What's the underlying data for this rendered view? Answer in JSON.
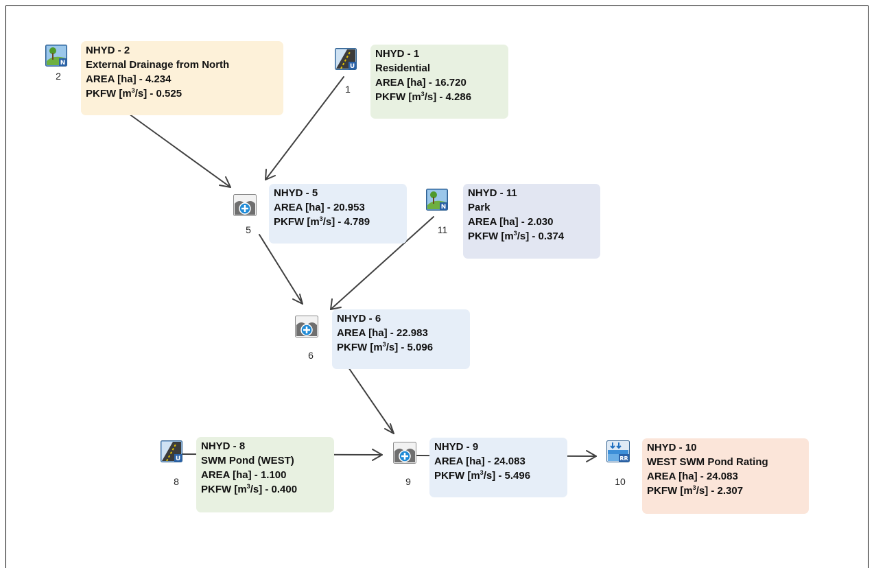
{
  "nodes": {
    "n2": {
      "number": "2",
      "type": "nashyd-icon",
      "title": "NHYD - 2",
      "desc": "External Drainage from North",
      "area": "AREA [ha] - 4.234",
      "pkfw_value": "0.525",
      "color": "#fdf1d9"
    },
    "n1": {
      "number": "1",
      "type": "standhyd-icon",
      "title": "NHYD - 1",
      "desc": "Residential",
      "area": "AREA [ha] - 16.720",
      "pkfw_value": "4.286",
      "color": "#e8f1e1"
    },
    "n5": {
      "number": "5",
      "type": "addhyd-icon",
      "title": "NHYD - 5",
      "area": "AREA [ha] - 20.953",
      "pkfw_value": "4.789",
      "color": "#e6eef8"
    },
    "n11": {
      "number": "11",
      "type": "nashyd-icon",
      "title": "NHYD - 11",
      "desc": "Park",
      "area": "AREA [ha] - 2.030",
      "pkfw_value": "0.374",
      "color": "#e2e6f2"
    },
    "n6": {
      "number": "6",
      "type": "addhyd-icon",
      "title": "NHYD - 6",
      "area": "AREA [ha] - 22.983",
      "pkfw_value": "5.096",
      "color": "#e6eef8"
    },
    "n8": {
      "number": "8",
      "type": "standhyd-icon",
      "title": "NHYD - 8",
      "desc": "SWM Pond (WEST)",
      "area": "AREA [ha] - 1.100",
      "pkfw_value": "0.400",
      "color": "#e8f1e1"
    },
    "n9": {
      "number": "9",
      "type": "addhyd-icon",
      "title": "NHYD - 9",
      "area": "AREA [ha] - 24.083",
      "pkfw_value": "5.496",
      "color": "#e6eef8"
    },
    "n10": {
      "number": "10",
      "type": "route-reservoir-icon",
      "title": "NHYD - 10",
      "desc": "WEST SWM Pond Rating",
      "area": "AREA [ha] - 24.083",
      "pkfw_value": "2.307",
      "color": "#fbe5d9"
    }
  },
  "labels": {
    "pkfw_prefix": "PKFW [m",
    "pkfw_exp": "3",
    "pkfw_suffix": "/s] - ",
    "nashyd_badge": "N",
    "standhyd_badge": "U",
    "route_badge": "RR"
  },
  "links": [
    {
      "from": "2",
      "to": "5"
    },
    {
      "from": "1",
      "to": "5"
    },
    {
      "from": "5",
      "to": "6"
    },
    {
      "from": "11",
      "to": "6"
    },
    {
      "from": "6",
      "to": "9"
    },
    {
      "from": "8",
      "to": "9"
    },
    {
      "from": "9",
      "to": "10"
    }
  ],
  "colors": {
    "arrow": "#404040",
    "canvas_border": "#000000"
  }
}
